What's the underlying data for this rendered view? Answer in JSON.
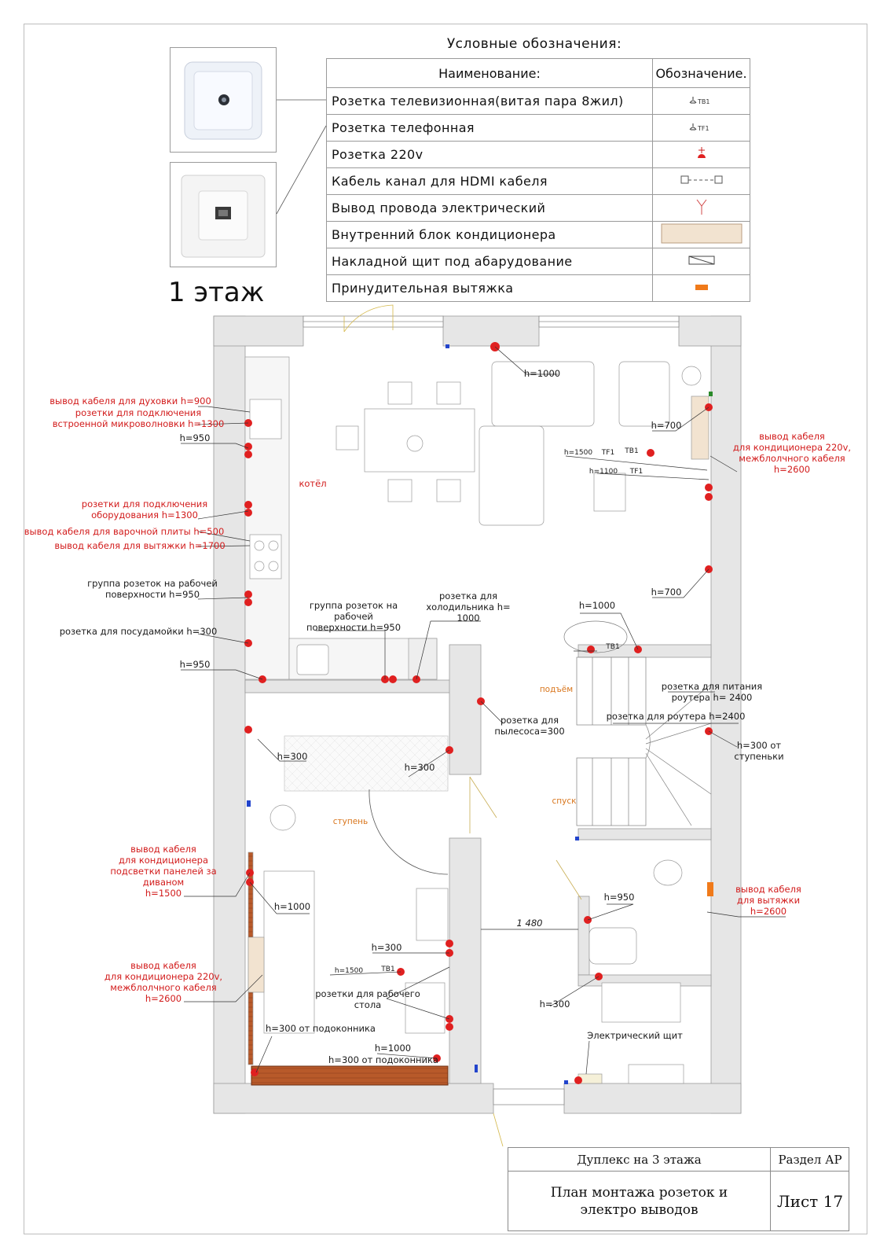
{
  "legend": {
    "title": "Условные обозначения:",
    "header_name": "Наименование:",
    "header_symbol": "Обозначение.",
    "rows": [
      {
        "name": "Розетка телевизионная(витая пара 8жил)",
        "symbol": "TB1"
      },
      {
        "name": "Розетка телефонная",
        "symbol": "TF1"
      },
      {
        "name": "Розетка 220v",
        "symbol": ""
      },
      {
        "name": "Кабель канал для HDMI кабеля",
        "symbol": ""
      },
      {
        "name": "Вывод провода электрический",
        "symbol": ""
      },
      {
        "name": "Внутренний блок кондиционера",
        "symbol": ""
      },
      {
        "name": "Накладной щит под абарудование",
        "symbol": ""
      },
      {
        "name": "Принудительная вытяжка",
        "symbol": ""
      }
    ]
  },
  "floor_title": "1 этаж",
  "annotations": {
    "oven": "вывод кабеля для духовки h=900",
    "microwave_1": "розетки для подключения",
    "microwave_2": "встроенной микроволновки h=1300",
    "h950_a": "h=950",
    "boiler": "котёл",
    "equip_1": "розетки для подключения",
    "equip_2": "оборудования h=1300",
    "hob": "вывод кабеля для варочной плиты h=500",
    "hood": "вывод кабеля для вытяжки h=1700",
    "worktop_1": "группа розеток на рабочей",
    "worktop_2": "поверхности h=950",
    "dishwasher": "розетка для посудамойки h=300",
    "h950_b": "h=950",
    "worktop2_1": "группа розеток на",
    "worktop2_2": "рабочей",
    "worktop2_3": "поверхности h=950",
    "fridge_1": "розетка для",
    "fridge_2": "холодильника h=",
    "fridge_3": "1000",
    "h1000_top": "h=1000",
    "h700_a": "h=700",
    "ac_right_1": "вывод кабеля",
    "ac_right_2": "для кондиционера 220v,",
    "ac_right_3": "межблолчного кабеля",
    "ac_right_4": "h=2600",
    "h1500": "h=1500",
    "tf1_a": "TF1",
    "tb1_a": "TB1",
    "h1100": "h=1100",
    "tf1_b": "TF1",
    "h700_b": "h=700",
    "h1000_stair": "h=1000",
    "tb1_stair": "TB1",
    "up": "подъём",
    "router_power_1": "розетка для питания",
    "router_power_2": "роутера h= 2400",
    "router": "розетка для роутера h=2400",
    "h300_steps_1": "h=300 от",
    "h300_steps_2": "ступеньки",
    "down": "спуск",
    "vacuum_1": "розетка для",
    "vacuum_2": "пылесоса=300",
    "h300_a": "h=300",
    "h300_b": "h=300",
    "step": "ступень",
    "backlight_1": "вывод кабеля",
    "backlight_2": "для кондиционера",
    "backlight_3": "подсветки панелей за",
    "backlight_4": "диваном",
    "backlight_5": "h=1500",
    "h1000_sofa": "h=1000",
    "dim_1480": "1 480",
    "h950_bath": "h=950",
    "bath_hood_1": "вывод кабеля",
    "bath_hood_2": "для вытяжки",
    "bath_hood_3": "h=2600",
    "h300_desk": "h=300",
    "h1500_b": "h=1500",
    "tb1_b": "TB1",
    "desk_1": "розетки для рабочего",
    "desk_2": "стола",
    "ac_left_1": "вывод кабеля",
    "ac_left_2": "для кондиционера 220v,",
    "ac_left_3": "межблолчного кабеля",
    "ac_left_4": "h=2600",
    "h300_hall": "h=300",
    "panel": "Электрический щит",
    "sill_a": "h=300 от подоконника",
    "h1000_win": "h=1000",
    "sill_b": "h=300 от подоконника"
  },
  "title_block": {
    "project": "Дуплекс на 3 этажа",
    "section": "Раздел АР",
    "sheet_title": "План монтажа розеток и электро выводов",
    "sheet_number": "Лист 17"
  }
}
